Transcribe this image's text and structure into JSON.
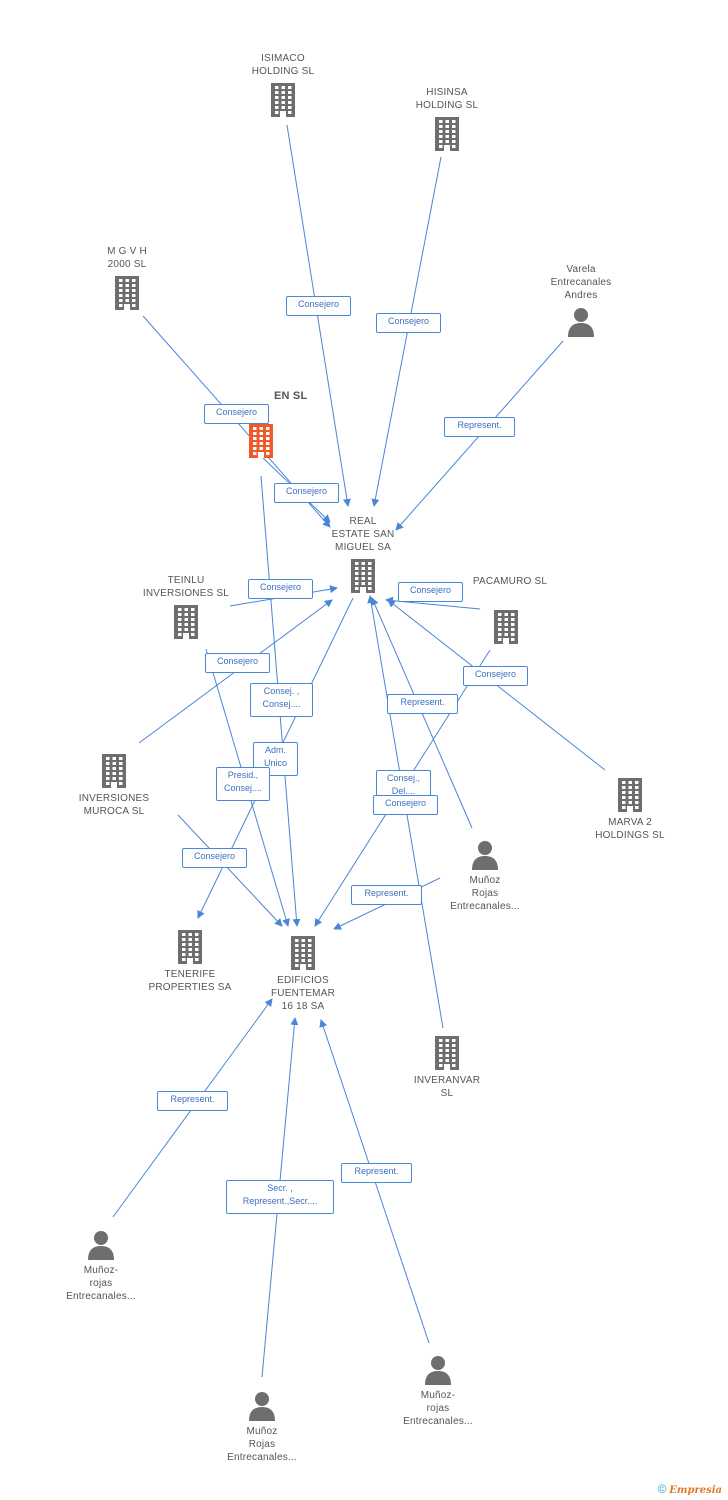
{
  "colors": {
    "edge": "#4a86d6",
    "building": "#6e6e6e",
    "building_highlight": "#f05a2a",
    "person": "#6e6e6e"
  },
  "nodes": [
    {
      "id": "isimaco",
      "label": "ISIMACO\nHOLDING  SL",
      "type": "company"
    },
    {
      "id": "hisinsa",
      "label": "HISINSA\nHOLDING SL",
      "type": "company"
    },
    {
      "id": "varela",
      "label": "Varela\nEntrecanales\nAndres",
      "type": "person"
    },
    {
      "id": "mgvh",
      "label": "M G V H\n2000 SL",
      "type": "company"
    },
    {
      "id": "focus",
      "label": "EN SL",
      "type": "company-highlight"
    },
    {
      "id": "realestate",
      "label": "REAL\nESTATE SAN\nMIGUEL SA",
      "type": "company"
    },
    {
      "id": "teinlu",
      "label": "TEINLU\nINVERSIONES SL",
      "type": "company"
    },
    {
      "id": "pacamuro",
      "label": "PACAMURO SL",
      "type": "company"
    },
    {
      "id": "muroca",
      "label": "INVERSIONES\nMUROCA SL",
      "type": "company"
    },
    {
      "id": "marva",
      "label": "MARVA 2\nHOLDINGS  SL",
      "type": "company"
    },
    {
      "id": "munoz1",
      "label": "Muñoz\nRojas\nEntrecanales...",
      "type": "person"
    },
    {
      "id": "tenerife",
      "label": "TENERIFE\nPROPERTIES SA",
      "type": "company"
    },
    {
      "id": "fuentemar",
      "label": "EDIFICIOS\nFUENTEMAR\n16 18 SA",
      "type": "company"
    },
    {
      "id": "inveranvar",
      "label": "INVERANVAR\nSL",
      "type": "company"
    },
    {
      "id": "munoz2",
      "label": "Muñoz-\nrojas\nEntrecanales...",
      "type": "person"
    },
    {
      "id": "munoz3",
      "label": "Muñoz-\nrojas\nEntrecanales...",
      "type": "person"
    },
    {
      "id": "munoz4",
      "label": "Muñoz\nRojas\nEntrecanales...",
      "type": "person"
    }
  ],
  "edges": [
    {
      "from": "isimaco",
      "to": "realestate",
      "label": "Consejero"
    },
    {
      "from": "hisinsa",
      "to": "realestate",
      "label": "Consejero"
    },
    {
      "from": "varela",
      "to": "realestate",
      "label": "Represent."
    },
    {
      "from": "mgvh",
      "to": "realestate",
      "label": "Consejero"
    },
    {
      "from": "focus",
      "to": "realestate",
      "label": "Consejero"
    },
    {
      "from": "teinlu",
      "to": "realestate",
      "label": "Consejero"
    },
    {
      "from": "pacamuro",
      "to": "realestate",
      "label": "Consejero"
    },
    {
      "from": "muroca",
      "to": "realestate",
      "label": "Consejero"
    },
    {
      "from": "focus",
      "to": "fuentemar",
      "label": "Consej. ,\nConsej...."
    },
    {
      "from": "realestate",
      "to": "tenerife",
      "label": "Adm.\nUnico"
    },
    {
      "from": "teinlu",
      "to": "fuentemar",
      "label": "Presid.,\nConsej...."
    },
    {
      "from": "munoz1",
      "to": "realestate",
      "label": "Represent."
    },
    {
      "from": "marva",
      "to": "realestate",
      "label": "Consejero"
    },
    {
      "from": "inveranvar",
      "to": "realestate",
      "label": "Consej.,\nDel...."
    },
    {
      "from": "pacamuro",
      "to": "fuentemar",
      "label": "Consejero"
    },
    {
      "from": "muroca",
      "to": "fuentemar",
      "label": "Consejero"
    },
    {
      "from": "munoz1",
      "to": "fuentemar",
      "label": "Represent."
    },
    {
      "from": "munoz2",
      "to": "fuentemar",
      "label": "Represent."
    },
    {
      "from": "munoz3",
      "to": "fuentemar",
      "label": "Represent."
    },
    {
      "from": "munoz4",
      "to": "fuentemar",
      "label": "Secr. ,\nRepresent.,Secr...."
    }
  ],
  "footer": {
    "copyright": "©",
    "brand": "Empresia"
  }
}
